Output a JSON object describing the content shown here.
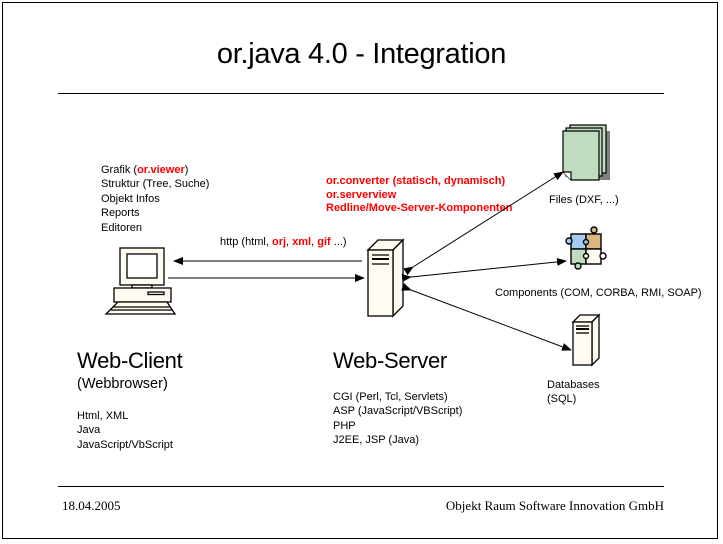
{
  "slide": {
    "title": "or.java 4.0 - Integration",
    "footer": {
      "date": "18.04.2005",
      "company": "Objekt Raum Software Innovation GmbH"
    }
  },
  "client": {
    "features": [
      {
        "prefix": "Grafik (",
        "highlight": "or.viewer",
        "suffix": ")"
      },
      {
        "text": "Struktur (Tree, Suche)"
      },
      {
        "text": "Objekt Infos"
      },
      {
        "text": "Reports"
      },
      {
        "text": "Editoren"
      }
    ],
    "icon": "desktop-computer-icon",
    "heading": "Web-Client",
    "subheading": "(Webbrowser)",
    "technologies": [
      "Html, XML",
      "Java",
      "JavaScript/VbScript"
    ]
  },
  "protocol": {
    "prefix": "http (html, ",
    "items": [
      "orj",
      "xml",
      "gif"
    ],
    "sep": ", ",
    "suffix": " ...)"
  },
  "server": {
    "components": [
      "or.converter (statisch, dynamisch)",
      "or.serverview",
      "Redline/Move-Server-Komponenten"
    ],
    "icon": "server-tower-icon",
    "heading": "Web-Server",
    "technologies": [
      "CGI (Perl, Tcl, Servlets)",
      "ASP (JavaScript/VBScript)",
      "PHP",
      "J2EE, JSP (Java)"
    ]
  },
  "resources": [
    {
      "icon": "document-stack-icon",
      "label": "Files (DXF, ...)"
    },
    {
      "icon": "puzzle-icon",
      "label": "Components (COM, CORBA, RMI, SOAP)"
    },
    {
      "icon": "database-server-icon",
      "label_lines": [
        "Databases",
        "(SQL)"
      ]
    }
  ],
  "colors": {
    "highlight": "#ff0000",
    "file_fill": "#c0dcc0",
    "server_fill": "#fffbf0",
    "puzzle_blue": "#a6caf0",
    "puzzle_tan": "#d8b880",
    "puzzle_green": "#c0dcc0",
    "puzzle_cream": "#fffbf0"
  }
}
